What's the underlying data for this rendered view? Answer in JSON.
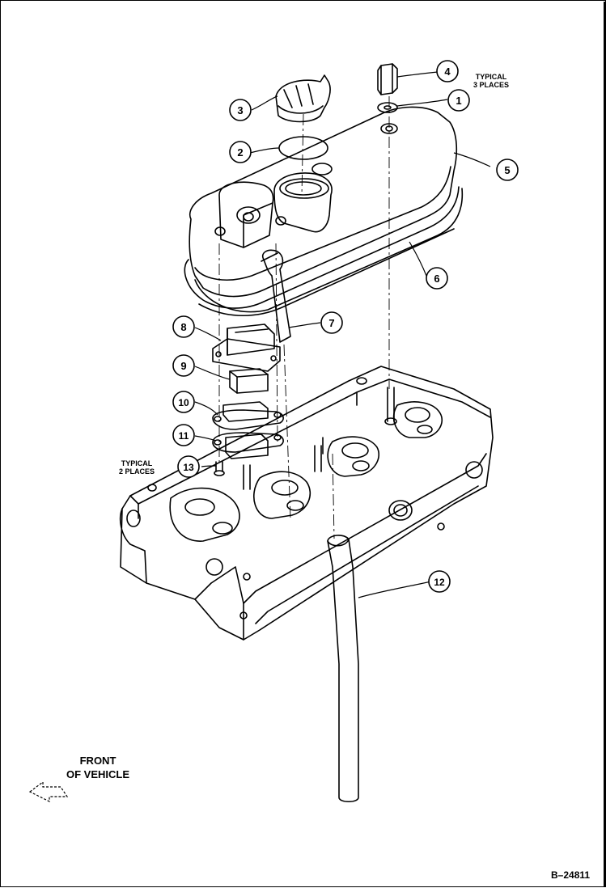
{
  "callouts": [
    {
      "id": "1",
      "text": "1"
    },
    {
      "id": "2",
      "text": "2"
    },
    {
      "id": "3",
      "text": "3"
    },
    {
      "id": "4",
      "text": "4"
    },
    {
      "id": "5",
      "text": "5"
    },
    {
      "id": "6",
      "text": "6"
    },
    {
      "id": "7",
      "text": "7"
    },
    {
      "id": "8",
      "text": "8"
    },
    {
      "id": "9",
      "text": "9"
    },
    {
      "id": "10",
      "text": "10"
    },
    {
      "id": "11",
      "text": "11"
    },
    {
      "id": "12",
      "text": "12"
    },
    {
      "id": "13",
      "text": "13"
    }
  ],
  "notes": {
    "typical_3_line1": "TYPICAL",
    "typical_3_line2": "3 PLACES",
    "typical_2_line1": "TYPICAL",
    "typical_2_line2": "2 PLACES"
  },
  "direction": {
    "line1": "FRONT",
    "line2": "OF VEHICLE"
  },
  "figure_number": "B–24811"
}
